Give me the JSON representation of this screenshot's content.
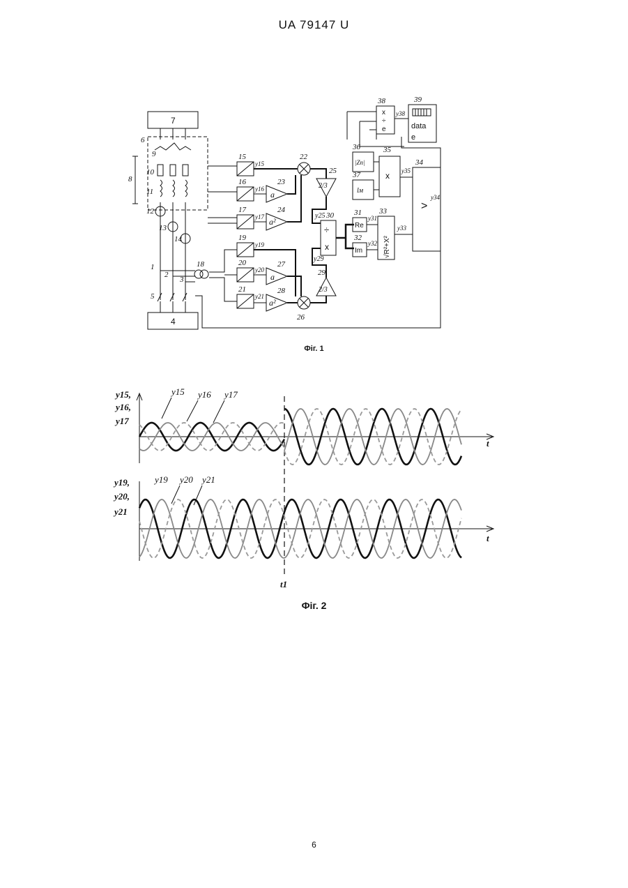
{
  "header": {
    "text": "UA   79147   U"
  },
  "page_number": "6",
  "fig1": {
    "caption": "Фіг. 1",
    "block_labels": {
      "b1": "1",
      "b2": "2",
      "b3": "3",
      "b4": "4",
      "b5": "5",
      "b6": "6",
      "b7": "7",
      "b8": "8",
      "b9": "9",
      "b10": "10",
      "b11": "11",
      "b12": "12",
      "b13": "13",
      "b14": "14",
      "b15": "15",
      "b16": "16",
      "b17": "17",
      "b18": "18",
      "b19": "19",
      "b20": "20",
      "b21": "21",
      "b22": "22",
      "b23": "23",
      "b24": "24",
      "b25": "25",
      "b26": "26",
      "b27": "27",
      "b28": "28",
      "b29": "29",
      "b30": "30",
      "b31": "31",
      "b32": "32",
      "b33": "33",
      "b34": "34",
      "b35": "35",
      "b36": "36",
      "b37": "37",
      "b38": "38",
      "b39": "39"
    },
    "texts": {
      "a": "a",
      "a2": "a²",
      "two_thirds": "2/3",
      "div": "÷",
      "mul": "x",
      "re": "Re",
      "im": "Im",
      "sqrt": "√R²+X²",
      "gt": ">",
      "zn": "|Zп|",
      "lm": "lм",
      "div_e_x": "x",
      "div_e_div": "÷",
      "div_e_e": "e",
      "data": "data",
      "e": "e"
    },
    "signals": {
      "y15": "y15",
      "y16": "y16",
      "y17": "y17",
      "y19": "y19",
      "y20": "y20",
      "y21": "y21",
      "y25": "y25",
      "y29": "y29",
      "y31": "y31",
      "y32": "y32",
      "y33": "y33",
      "y34": "y34",
      "y35": "y35",
      "y38": "y38"
    }
  },
  "fig2": {
    "caption": "Фіг. 2",
    "top_axis_label": [
      "y15,",
      "y16,",
      "y17"
    ],
    "top_curve_labels": [
      "y15",
      "y16",
      "y17"
    ],
    "bottom_axis_label": [
      "y19,",
      "y20,",
      "y21"
    ],
    "bottom_curve_labels": [
      "y19",
      "y20",
      "y21"
    ],
    "t_label": "t",
    "t1_label": "t1"
  }
}
